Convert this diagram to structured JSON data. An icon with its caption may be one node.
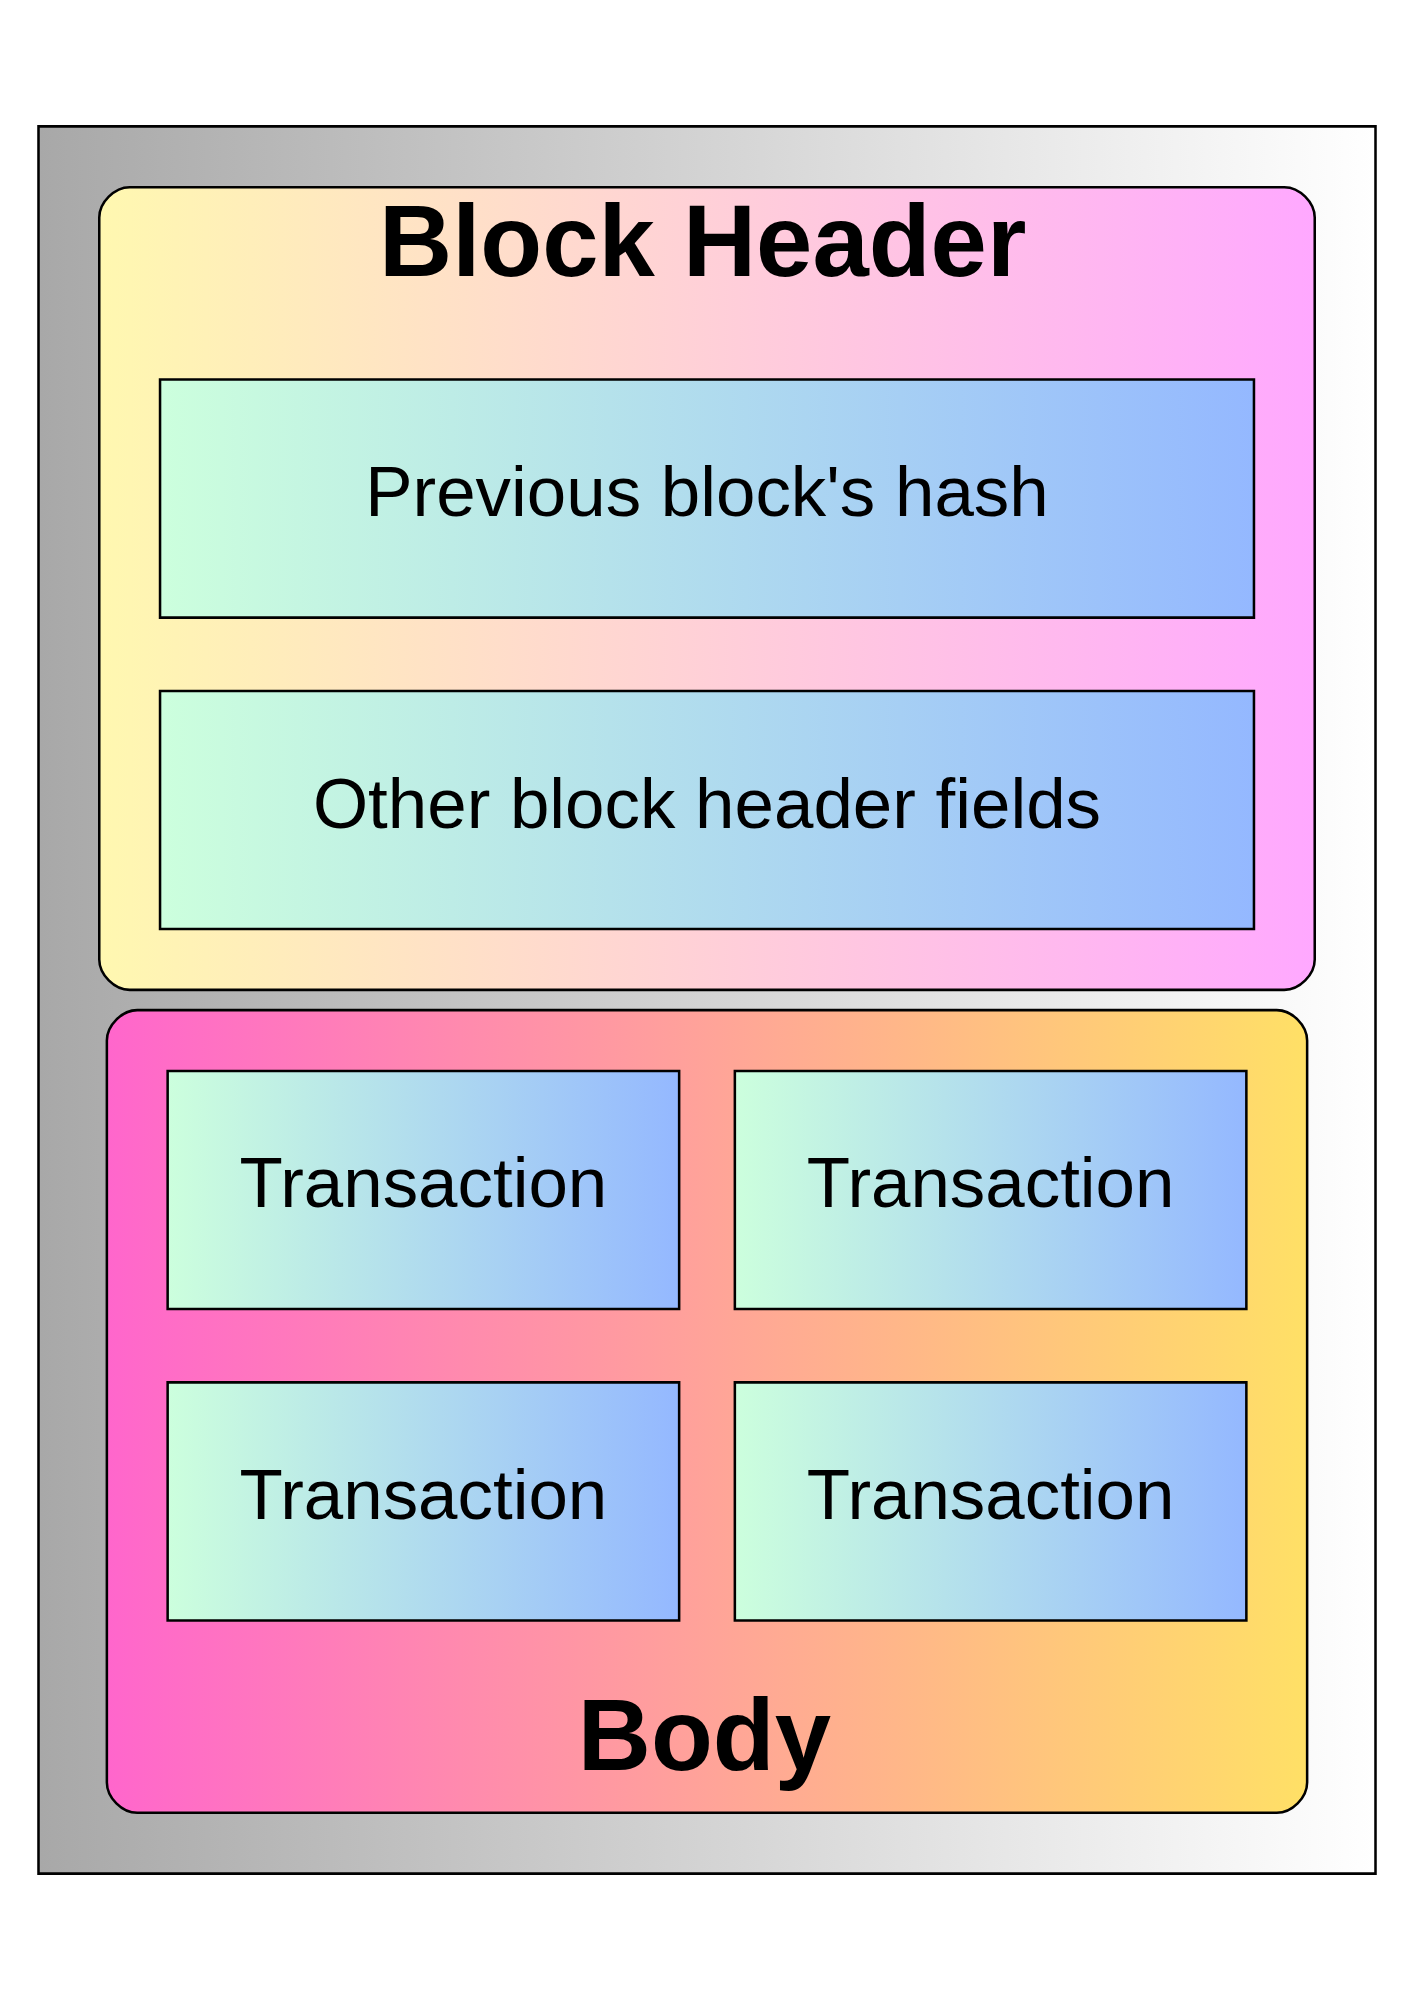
{
  "diagram": {
    "nodes": [
      {
        "text": [],
        "shape": "box"
      },
      {
        "text": [
          "Block Header"
        ],
        "in": 0
      },
      {
        "text": [
          "Previous block's hash"
        ],
        "in": 1
      },
      {
        "text": [
          "Other block header fields"
        ],
        "in": 1
      },
      {
        "text": [
          "Body"
        ],
        "in": 0
      },
      {
        "text": [
          "Transaction"
        ],
        "in": 4
      },
      {
        "text": [
          "Transaction"
        ],
        "in": 4
      },
      {
        "text": [
          "Transaction"
        ],
        "in": 4
      },
      {
        "text": [
          "Transaction"
        ],
        "in": 4
      }
    ],
    "edges": []
  }
}
